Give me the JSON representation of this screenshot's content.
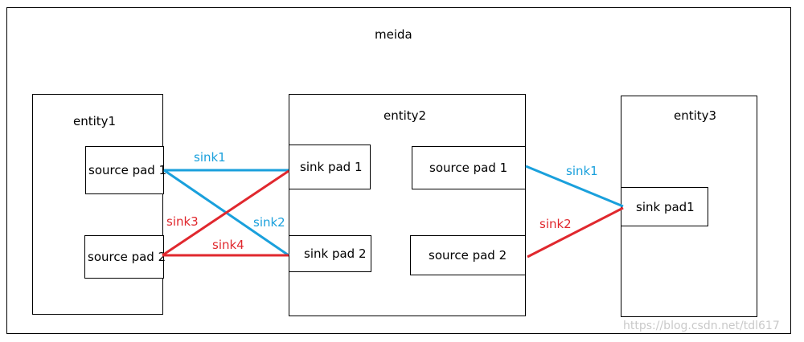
{
  "media": {
    "title": "meida"
  },
  "entities": [
    {
      "name": "entity1"
    },
    {
      "name": "entity2"
    },
    {
      "name": "entity3"
    }
  ],
  "pads": {
    "e1_source1": "source pad 1",
    "e1_source2": "source pad 2",
    "e2_sink1": "sink pad 1",
    "e2_sink2": "sink pad 2",
    "e2_source1": "source pad 1",
    "e2_source2": "source pad 2",
    "e3_sink1": "sink pad1"
  },
  "links": {
    "sink1_left": "sink1",
    "sink2_left": "sink2",
    "sink3_left": "sink3",
    "sink4_left": "sink4",
    "sink1_right": "sink1",
    "sink2_right": "sink2"
  },
  "colors": {
    "blue": "#1aa0dc",
    "red": "#e0282e"
  },
  "watermark": "https://blog.csdn.net/tdl617"
}
